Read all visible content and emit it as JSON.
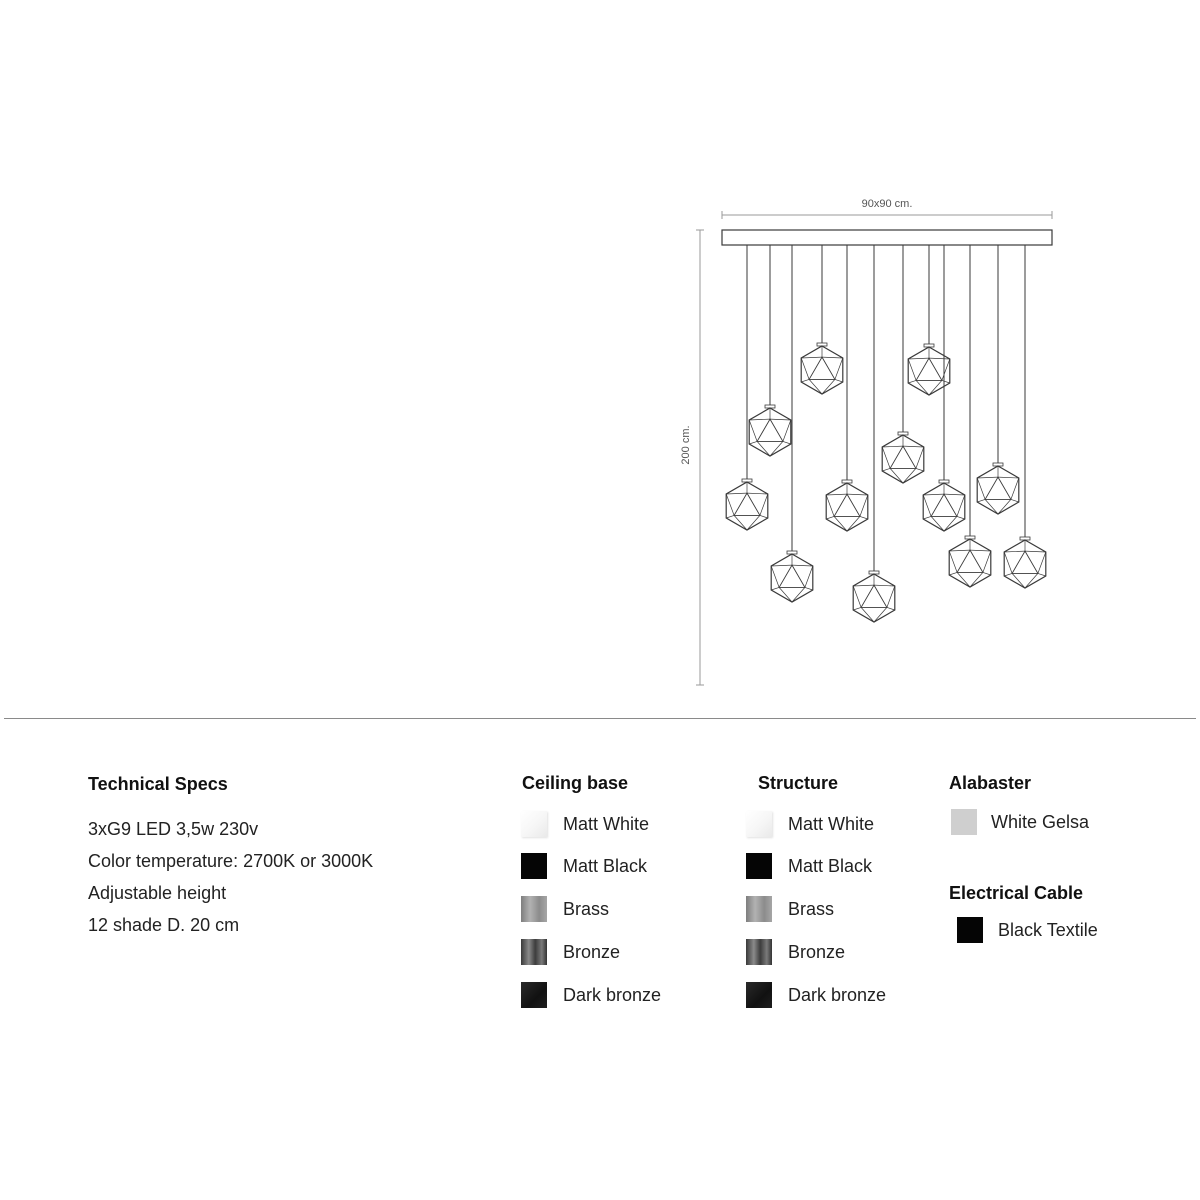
{
  "drawing": {
    "width_label": "90x90 cm.",
    "height_label": "200 cm."
  },
  "specs": {
    "heading": "Technical Specs",
    "lines": [
      "3xG9 LED 3,5w 230v",
      "Color temperature: 2700K or 3000K",
      "Adjustable height",
      "12 shade D. 20 cm"
    ]
  },
  "ceiling_base": {
    "heading": "Ceiling base",
    "options": [
      "Matt White",
      "Matt Black",
      "Brass",
      "Bronze",
      "Dark bronze"
    ]
  },
  "structure": {
    "heading": "Structure",
    "options": [
      "Matt White",
      "Matt Black",
      "Brass",
      "Bronze",
      "Dark bronze"
    ]
  },
  "alabaster": {
    "heading": "Alabaster",
    "options": [
      "White Gelsa"
    ]
  },
  "electrical_cable": {
    "heading": "Electrical Cable",
    "options": [
      "Black Textile"
    ]
  },
  "colors": {
    "line": "#3a3a3a",
    "dimension_line": "#9a9a9a",
    "white_gelsa": "#cfcfcf",
    "black": "#050505"
  }
}
